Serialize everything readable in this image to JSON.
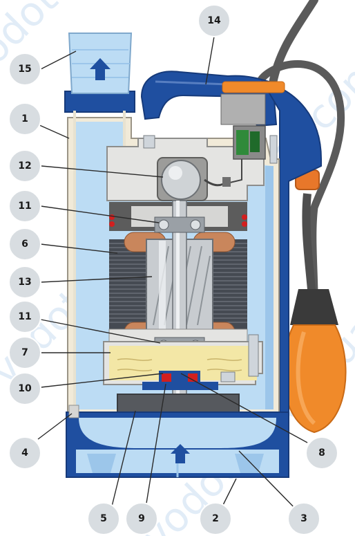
{
  "watermark": "vodotar.com.ua",
  "palette": {
    "water": "#bcdcf4",
    "water_light": "#dcedfa",
    "casing_blue": "#1f4fa0",
    "casing_dark": "#163a7a",
    "inner_grey": "#e4e4e2",
    "copper": "#c9865c",
    "oil": "#f3e7a6",
    "float_orange": "#f08a2a",
    "cable": "#5a5a5a"
  },
  "callouts": [
    {
      "id": "c15",
      "label": "15",
      "part": "discharge-outlet"
    },
    {
      "id": "c14",
      "label": "14",
      "part": "carry-handle"
    },
    {
      "id": "c1",
      "label": "1",
      "part": "pump-casing"
    },
    {
      "id": "c12",
      "label": "12",
      "part": "capacitor"
    },
    {
      "id": "c11a",
      "label": "11",
      "part": "upper-bearing"
    },
    {
      "id": "c6",
      "label": "6",
      "part": "stator-winding"
    },
    {
      "id": "c13",
      "label": "13",
      "part": "motor-rotor"
    },
    {
      "id": "c11b",
      "label": "11",
      "part": "lower-bearing"
    },
    {
      "id": "c7",
      "label": "7",
      "part": "motor-body"
    },
    {
      "id": "c10",
      "label": "10",
      "part": "oil-chamber"
    },
    {
      "id": "c4",
      "label": "4",
      "part": "base-seal"
    },
    {
      "id": "c8",
      "label": "8",
      "part": "motor-shaft"
    },
    {
      "id": "c5",
      "label": "5",
      "part": "impeller"
    },
    {
      "id": "c9",
      "label": "9",
      "part": "mechanical-seal"
    },
    {
      "id": "c2",
      "label": "2",
      "part": "pump-base"
    },
    {
      "id": "c3",
      "label": "3",
      "part": "suction-strainer"
    }
  ]
}
